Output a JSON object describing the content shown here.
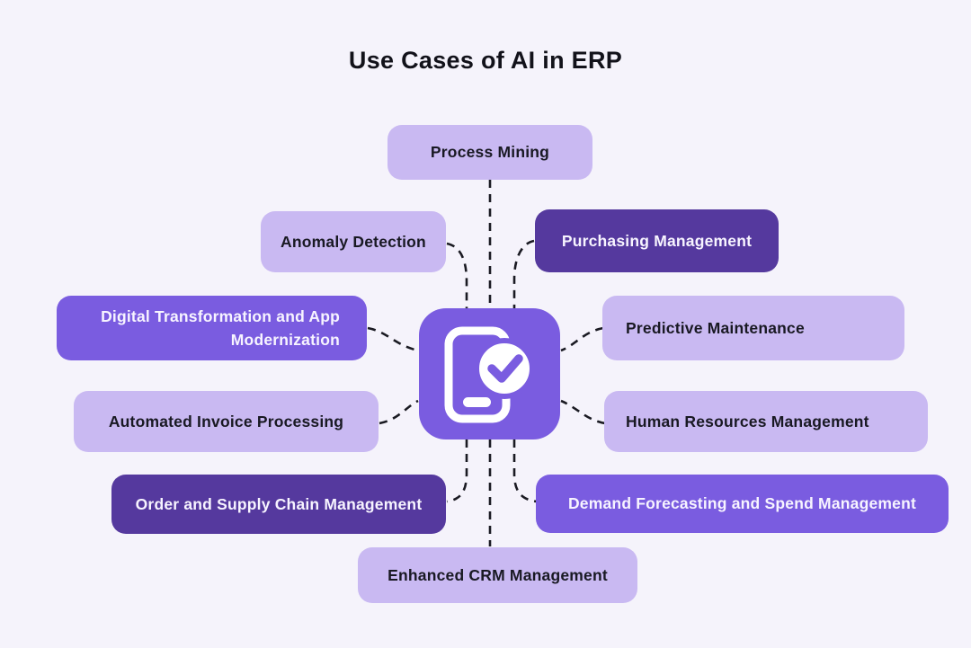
{
  "page": {
    "title": "Use Cases of AI in ERP"
  },
  "palette": {
    "background": "#f5f3fb",
    "light_box": "#c9b9f2",
    "medium_box": "#7a5ce0",
    "dark_box": "#55399e",
    "dark_text": "#191923",
    "light_text": "#f7f4ff",
    "connector_line": "#1a1a22",
    "icon_tile": "#7a5ce0"
  },
  "center": {
    "icon": "mobile-phone-check-icon"
  },
  "nodes": [
    {
      "id": "process-mining",
      "label": "Process Mining",
      "variant": "light"
    },
    {
      "id": "anomaly-detection",
      "label": "Anomaly Detection",
      "variant": "light"
    },
    {
      "id": "purchasing-management",
      "label": "Purchasing Management",
      "variant": "dark"
    },
    {
      "id": "digital-transformation-app-modernization",
      "label": "Digital Transformation and App Modernization",
      "variant": "medium"
    },
    {
      "id": "predictive-maintenance",
      "label": "Predictive Maintenance",
      "variant": "light"
    },
    {
      "id": "automated-invoice-processing",
      "label": "Automated Invoice Processing",
      "variant": "light"
    },
    {
      "id": "human-resources-management",
      "label": "Human Resources Management",
      "variant": "light"
    },
    {
      "id": "order-supply-chain-management",
      "label": "Order and Supply Chain Management",
      "variant": "dark"
    },
    {
      "id": "demand-forecasting-spend-management",
      "label": "Demand Forecasting and Spend Management",
      "variant": "medium"
    },
    {
      "id": "enhanced-crm-management",
      "label": "Enhanced CRM Management",
      "variant": "light"
    }
  ]
}
